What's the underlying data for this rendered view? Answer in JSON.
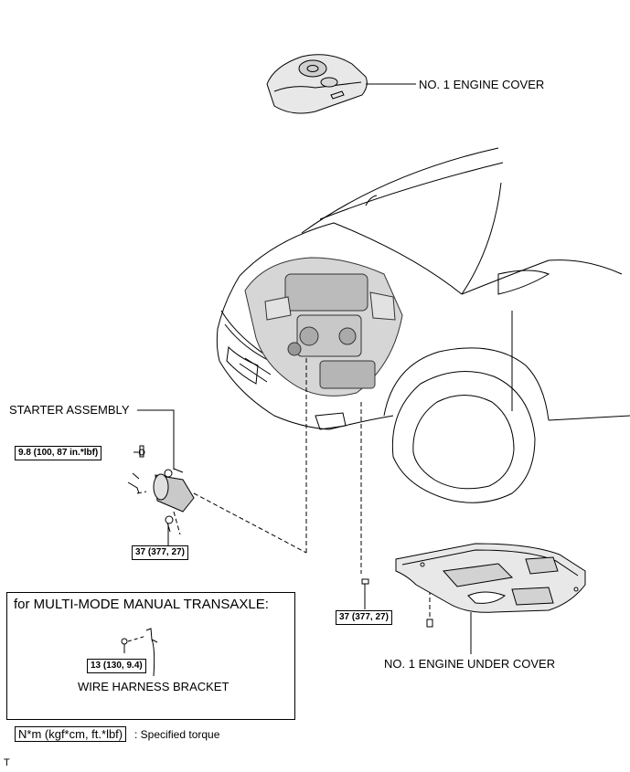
{
  "labels": {
    "engine_cover": "NO. 1 ENGINE COVER",
    "starter_assembly": "STARTER ASSEMBLY",
    "engine_under_cover": "NO. 1 ENGINE UNDER COVER",
    "wire_harness_bracket": "WIRE HARNESS BRACKET",
    "mmt_title": "for MULTI-MODE MANUAL TRANSAXLE:",
    "corner_mark": "T"
  },
  "torques": {
    "starter_terminal": "9.8 (100, 87 in.*lbf)",
    "starter_bolt": "37 (377, 27)",
    "under_cover_bolt": "37 (377, 27)",
    "bracket_bolt": "13 (130, 9.4)"
  },
  "legend": {
    "unit": "N*m (kgf*cm, ft.*lbf)",
    "desc": ": Specified torque"
  }
}
